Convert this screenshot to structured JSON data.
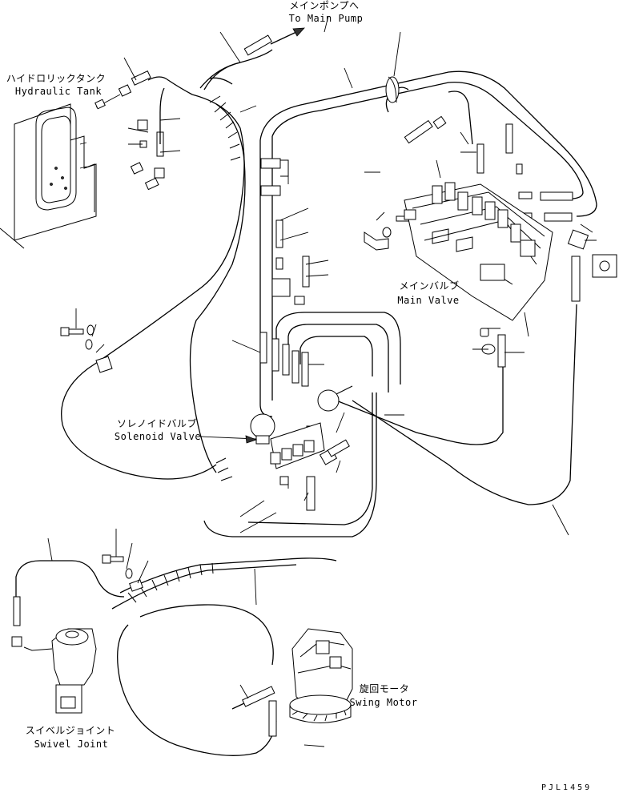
{
  "labels": {
    "main_pump_jp": "メインポンプへ",
    "main_pump_en": "To Main Pump",
    "hydraulic_tank_jp": "ハイドロリックタンク",
    "hydraulic_tank_en": "Hydraulic Tank",
    "main_valve_jp": "メインバルブ",
    "main_valve_en": "Main Valve",
    "solenoid_valve_jp": "ソレノイドバルブ",
    "solenoid_valve_en": "Solenoid Valve",
    "swing_motor_jp": "旋回モータ",
    "swing_motor_en": "Swing Motor",
    "swivel_joint_jp": "スイベルジョイント",
    "swivel_joint_en": "Swivel Joint",
    "drawing_code": "PJL1459"
  }
}
